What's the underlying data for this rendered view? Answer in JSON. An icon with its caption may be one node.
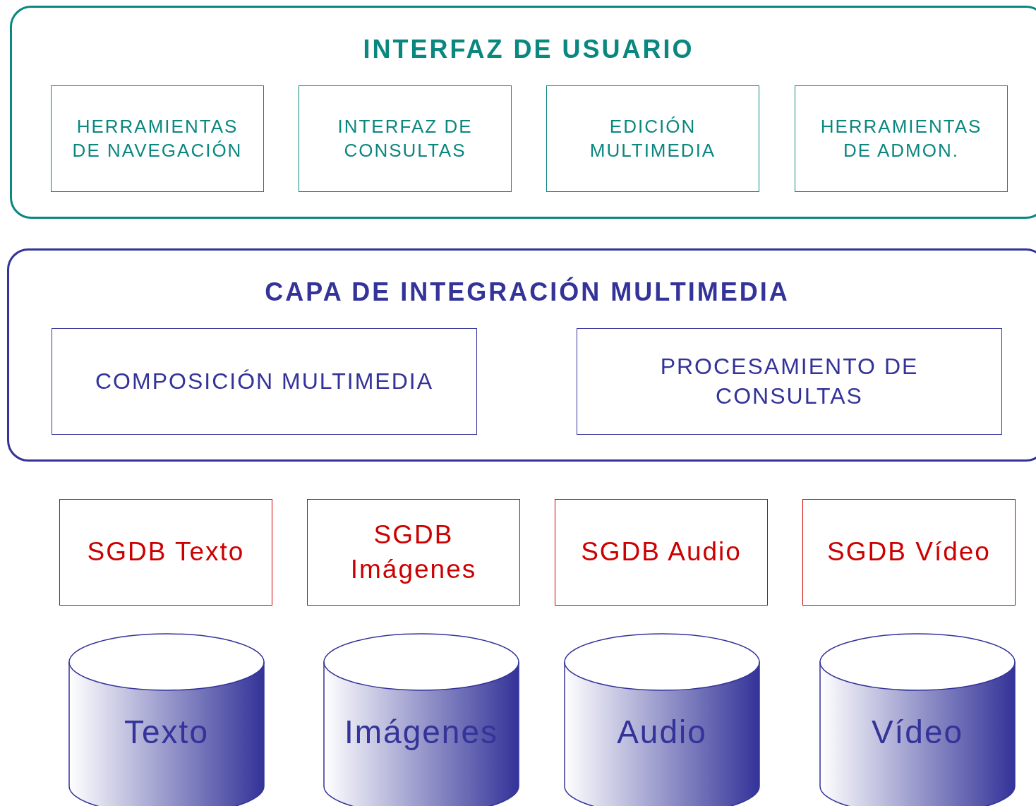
{
  "diagram": {
    "nodes": [
      {
        "text": [
          "INTERFAZ DE USUARIO"
        ]
      },
      {
        "text": [
          "HERRAMIENTAS DE NAVEGACIÓN"
        ],
        "in": 0
      },
      {
        "text": [
          "INTERFAZ DE CONSULTAS"
        ],
        "in": 0
      },
      {
        "text": [
          "EDICIÓN MULTIMEDIA"
        ],
        "in": 0
      },
      {
        "text": [
          "HERRAMIENTAS DE ADMON."
        ],
        "in": 0
      },
      {
        "text": [
          "CAPA DE INTEGRACIÓN MULTIMEDIA"
        ]
      },
      {
        "text": [
          "COMPOSICIÓN MULTIMEDIA"
        ],
        "in": 5
      },
      {
        "text": [
          "PROCESAMIENTO DE CONSULTAS"
        ],
        "in": 5
      },
      {
        "text": [
          "SGDB Texto"
        ]
      },
      {
        "text": [
          "SGDB Imágenes"
        ]
      },
      {
        "text": [
          "SGDB Audio"
        ]
      },
      {
        "text": [
          "SGDB Vídeo"
        ]
      },
      {
        "text": [
          "Texto"
        ]
      },
      {
        "text": [
          "Imágenes"
        ]
      },
      {
        "text": [
          "Audio"
        ]
      },
      {
        "text": [
          "Vídeo"
        ]
      }
    ],
    "edges": []
  }
}
